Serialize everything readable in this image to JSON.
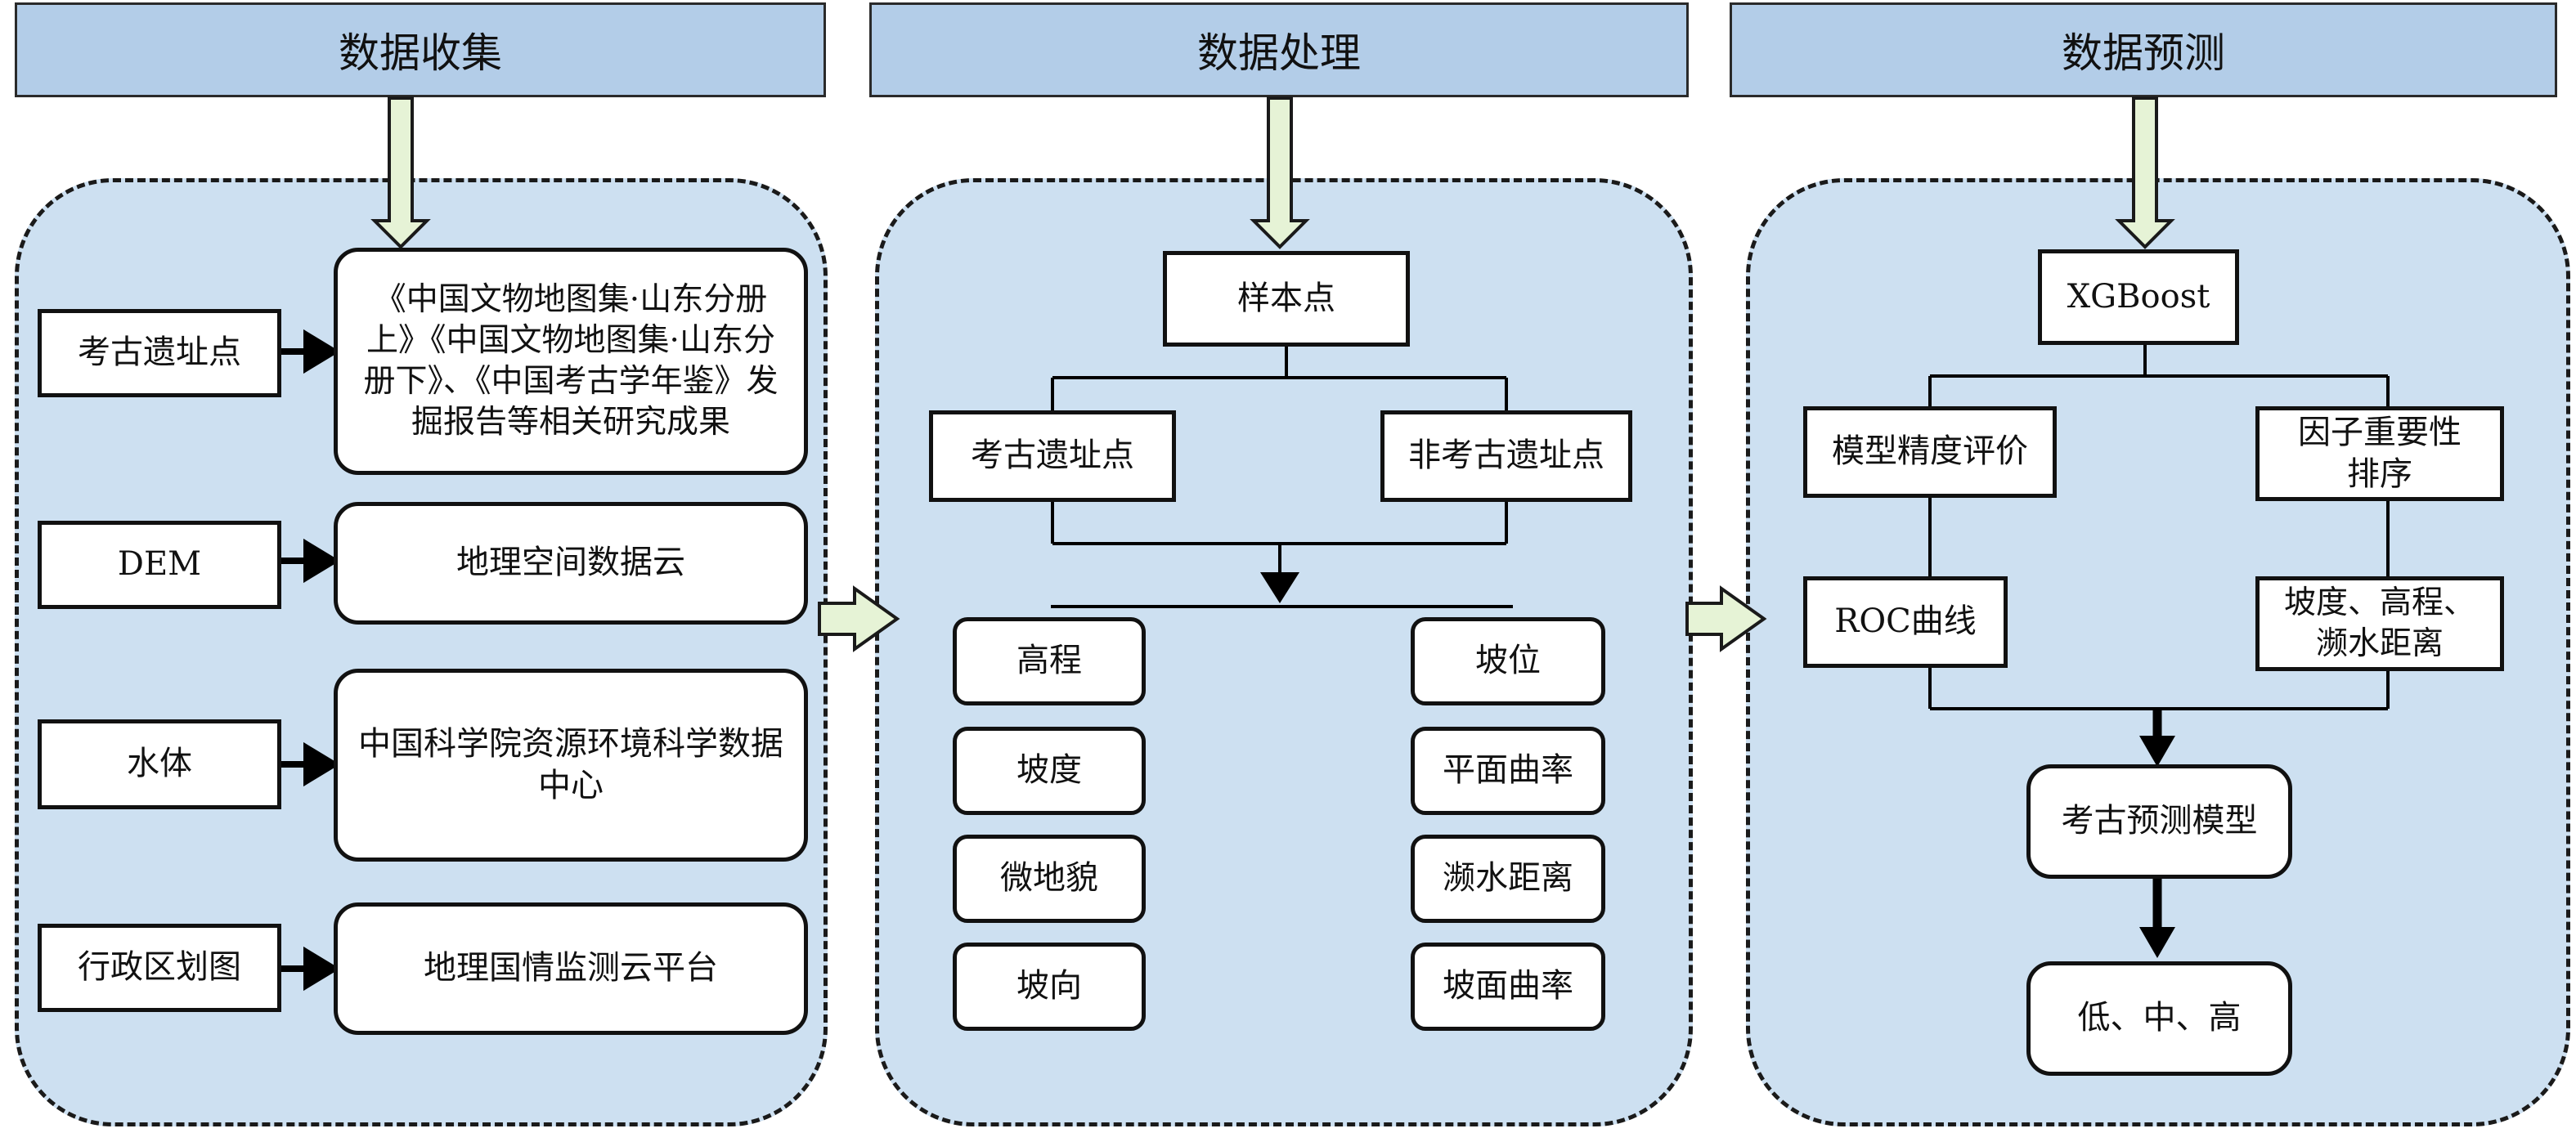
{
  "headers": {
    "collect": "数据收集",
    "process": "数据处理",
    "predict": "数据预测"
  },
  "collect": {
    "rows": [
      {
        "label": "考古遗址点",
        "source": "《中国文物地图集·山东分册上》《中国文物地图集·山东分册下》、《中国考古学年鉴》发掘报告等相关研究成果"
      },
      {
        "label": "DEM",
        "source": "地理空间数据云"
      },
      {
        "label": "水体",
        "source": "中国科学院资源环境科学数据中心"
      },
      {
        "label": "行政区划图",
        "source": "地理国情监测云平台"
      }
    ]
  },
  "process": {
    "sample": "样本点",
    "site": "考古遗址点",
    "nonsite": "非考古遗址点",
    "factors_left": [
      "高程",
      "坡度",
      "微地貌",
      "坡向"
    ],
    "factors_right": [
      "坡位",
      "平面曲率",
      "濒水距离",
      "坡面曲率"
    ]
  },
  "predict": {
    "model": "XGBoost",
    "accuracy": "模型精度评价",
    "importance": "因子重要性排序",
    "roc": "ROC曲线",
    "top_factors": "坡度、高程、濒水距离",
    "prediction_model": "考古预测模型",
    "levels": "低、中、高"
  },
  "colors": {
    "header_fill": "#b3cde8",
    "panel_fill": "#cde0f1",
    "arrow_green": "#e6f3d6"
  }
}
